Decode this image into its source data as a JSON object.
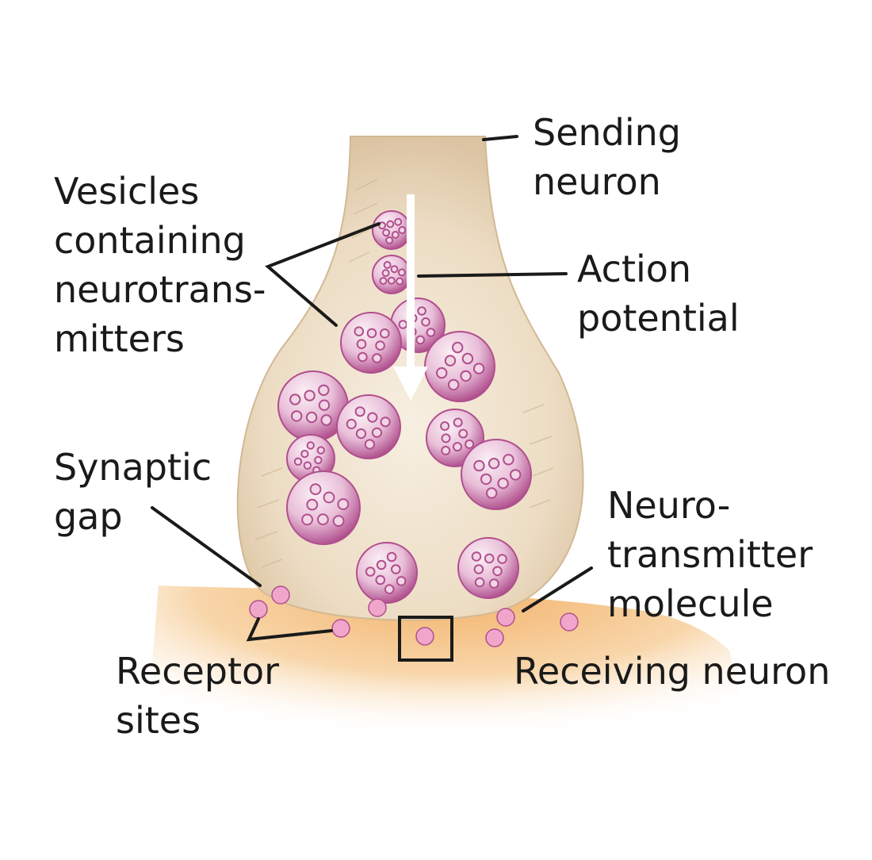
{
  "labels": {
    "sending": [
      "Sending",
      "neuron"
    ],
    "vesicles": [
      "Vesicles",
      "containing",
      "neurotrans-",
      "mitters"
    ],
    "action": [
      "Action",
      "potential"
    ],
    "gap": [
      "Synaptic",
      "gap"
    ],
    "molecule": [
      "Neuro-",
      "transmitter",
      "molecule"
    ],
    "receptor": [
      "Receptor",
      "sites"
    ],
    "receiving": [
      "Receiving neuron"
    ]
  },
  "colors": {
    "terminal": "#ecdcc3",
    "receiving": "#f4bd79",
    "vesicle_edge": "#b04f8d",
    "vesicle_fill": "#f2d6e6",
    "molecule": "#f0a6cb",
    "leader": "#1a1a1a",
    "arrow": "#ffffff"
  }
}
